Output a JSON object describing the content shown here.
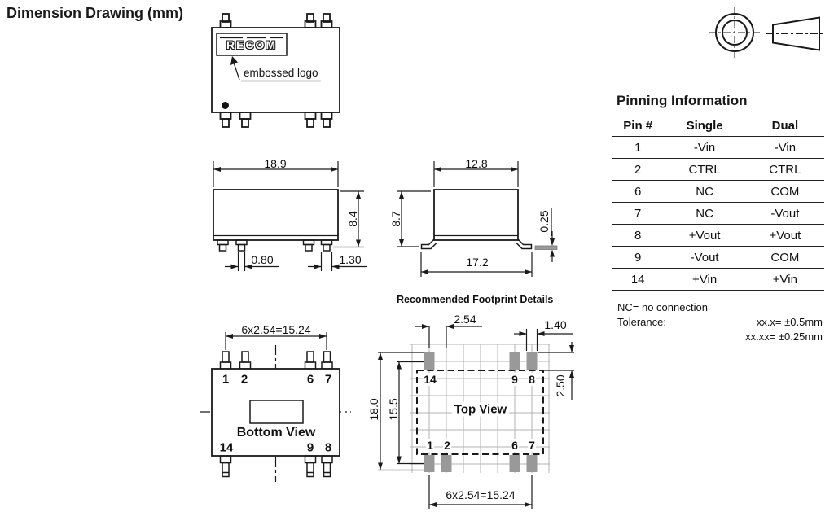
{
  "title": "Dimension Drawing (mm)",
  "top_view": {
    "logo_text": "RECOM",
    "annotation": "embossed logo"
  },
  "front_view": {
    "overall_width": "18.9",
    "overall_height": "8.4",
    "pin_width": "0.80",
    "pin_base_width": "1.30"
  },
  "side_view": {
    "body_width": "12.8",
    "body_height": "8.7",
    "lead_span": "17.2",
    "lead_standoff": "0.25"
  },
  "bottom_view": {
    "caption": "Bottom View",
    "pin_pitch_total": "6x2.54=15.24",
    "pins": {
      "p1": "1",
      "p2": "2",
      "p6": "6",
      "p7": "7",
      "p14": "14",
      "p9": "9",
      "p8": "8"
    }
  },
  "footprint": {
    "title": "Recommended Footprint Details",
    "caption": "Top View",
    "pad_pitch": "2.54",
    "pad_width": "1.40",
    "outer_span": "18.0",
    "inner_span": "15.5",
    "pad_length": "2.50",
    "row_pitch_total": "6x2.54=15.24",
    "pads": {
      "p1": "1",
      "p2": "2",
      "p6": "6",
      "p7": "7",
      "p14": "14",
      "p9": "9",
      "p8": "8"
    }
  },
  "pinning_table": {
    "title": "Pinning Information",
    "headers": [
      "Pin #",
      "Single",
      "Dual"
    ],
    "rows": [
      [
        "1",
        "-Vin",
        "-Vin"
      ],
      [
        "2",
        "CTRL",
        "CTRL"
      ],
      [
        "6",
        "NC",
        "COM"
      ],
      [
        "7",
        "NC",
        "-Vout"
      ],
      [
        "8",
        "+Vout",
        "+Vout"
      ],
      [
        "9",
        "-Vout",
        "COM"
      ],
      [
        "14",
        "+Vin",
        "+Vin"
      ]
    ]
  },
  "notes": {
    "nc": "NC= no connection",
    "tolerance_label": "Tolerance:",
    "tolerance_1": "xx.x= ±0.5mm",
    "tolerance_2": "xx.xx= ±0.25mm"
  },
  "colors": {
    "line": "#1a1a1a",
    "pad_gray": "#999999",
    "grid_gray": "#b3b3b3"
  }
}
